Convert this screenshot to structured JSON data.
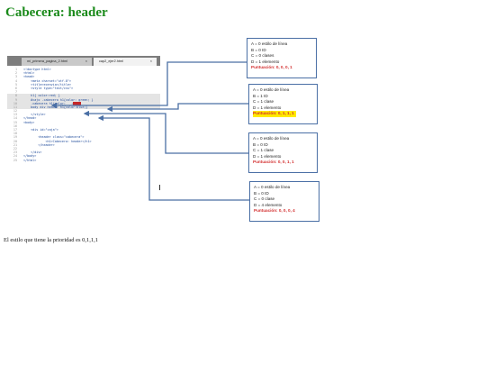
{
  "page": {
    "title": "Cabecera: header",
    "footer_note": "El estilo que tiene la prioridad es 0,1,1,1"
  },
  "editor": {
    "tabs": [
      {
        "label": "mi_primera_pagina_2.html",
        "close": "×"
      },
      {
        "label": "cap2_ejer2.html",
        "close": "×"
      }
    ],
    "lines": [
      {
        "n": "1",
        "code": "<!doctype html>"
      },
      {
        "n": "2",
        "code": "<html>"
      },
      {
        "n": "3",
        "code": "<head>"
      },
      {
        "n": "4",
        "code": "    <meta charset=\"utf-8\">"
      },
      {
        "n": "5",
        "code": "    <title>ecenvia</title>"
      },
      {
        "n": "6",
        "code": "    <style type=\"text/css\">"
      },
      {
        "n": "7",
        "code": ""
      },
      {
        "n": "8",
        "code": "    h1{ color:red; }"
      },
      {
        "n": "9",
        "code": "    #cajo .cabecera h1{color: green; }"
      },
      {
        "n": "10",
        "code": "    .cabecera h1{color:   ;}"
      },
      {
        "n": "11",
        "code": "    body div header h1{color:blue;}"
      },
      {
        "n": "12",
        "code": ""
      },
      {
        "n": "13",
        "code": "    </style>"
      },
      {
        "n": "14",
        "code": "</head>"
      },
      {
        "n": "15",
        "code": "<body>"
      },
      {
        "n": "16",
        "code": ""
      },
      {
        "n": "17",
        "code": "    <div id=\"caja\">"
      },
      {
        "n": "18",
        "code": ""
      },
      {
        "n": "19",
        "code": "        <header class=\"cabecera\">"
      },
      {
        "n": "20",
        "code": "            <h1>Cabecera: header</h1>"
      },
      {
        "n": "21",
        "code": "        </header>"
      },
      {
        "n": "22",
        "code": ""
      },
      {
        "n": "23",
        "code": "    </div>"
      },
      {
        "n": "24",
        "code": "</body>"
      },
      {
        "n": "25",
        "code": "</html>"
      }
    ]
  },
  "boxes": [
    {
      "a": "A =  0 estilo de línea",
      "b": "B = 0 ID",
      "c": "C = 0 clases",
      "d": "D = 1 elemento",
      "score": "Puntuación: 0, 0, 0, 1",
      "highlight": false
    },
    {
      "a": "A =  0 estilo de línea",
      "b": "B = 1 ID",
      "c": "C = 1 clase",
      "d": "D = 1 elemento",
      "score": "Puntuación: 0, 1, 1, 1",
      "highlight": true
    },
    {
      "a": "A =  0 estilo de línea",
      "b": "B = 0 ID",
      "c": "C = 1 clase",
      "d": "D = 1 elemento",
      "score": "Puntuación: 0, 0, 1, 1",
      "highlight": false
    },
    {
      "a": "A =  0 estilo de línea",
      "b": "B = 0 ID",
      "c": "C = 0 clase",
      "d": "D = 4 elemento",
      "score": "Puntuación: 0, 0, 0, 4",
      "highlight": false
    }
  ],
  "colors": {
    "title": "#1a8a1a",
    "box_border": "#4a6fa5",
    "score": "#d32f2f",
    "highlight": "#ffea00"
  }
}
